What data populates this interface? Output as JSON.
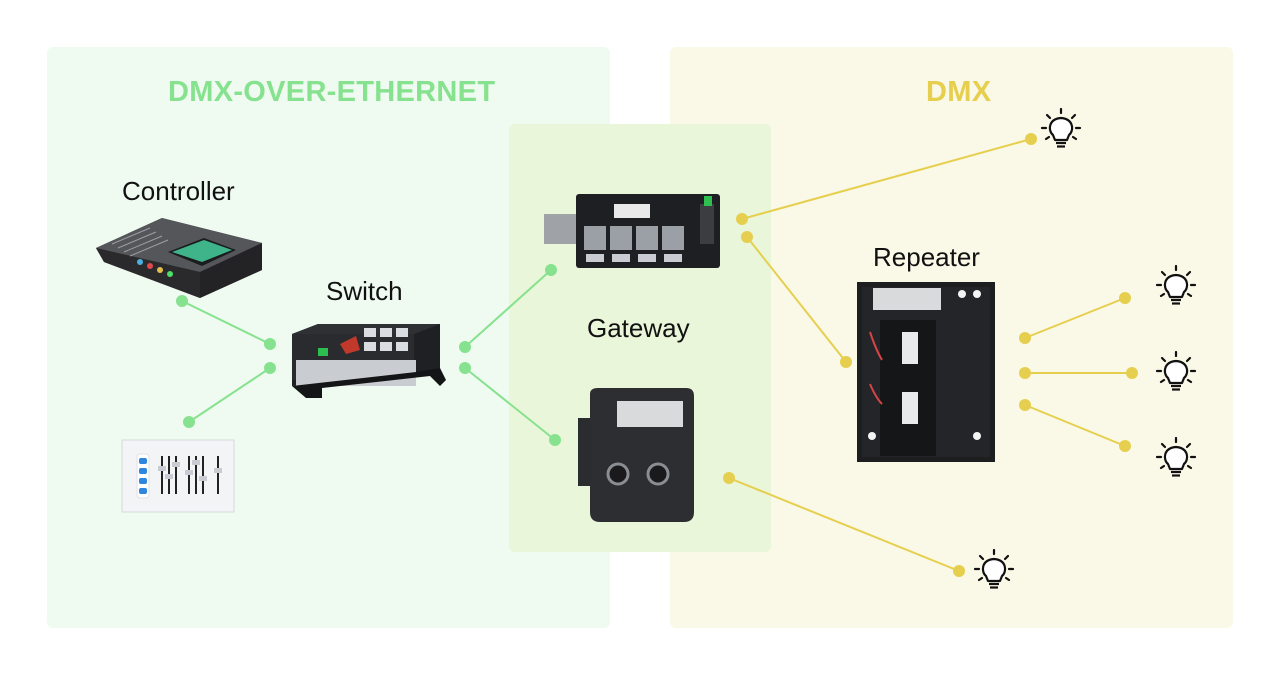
{
  "zones": {
    "ethernet": {
      "title": "DMX-OVER-ETHERNET",
      "color": "#86e28e"
    },
    "dmx": {
      "title": "DMX",
      "color": "#e6cf4e"
    }
  },
  "devices": {
    "controller": {
      "label": "Controller",
      "icon": "lighting-console-icon"
    },
    "wall_station": {
      "icon": "wall-fader-station-icon"
    },
    "switch": {
      "label": "Switch",
      "icon": "network-switch-icon"
    },
    "gateway": {
      "label": "Gateway"
    },
    "din_gateway": {
      "icon": "din-rail-gateway-icon"
    },
    "pathport_gateway": {
      "icon": "pathport-gateway-icon"
    },
    "repeater": {
      "label": "Repeater",
      "icon": "dmx-repeater-cabinet-icon"
    },
    "fixtures": {
      "icon": "light-bulb-icon",
      "count_shown": 5
    }
  },
  "colors": {
    "ethernet_line": "#86e28e",
    "dmx_line": "#e6cf4e"
  }
}
